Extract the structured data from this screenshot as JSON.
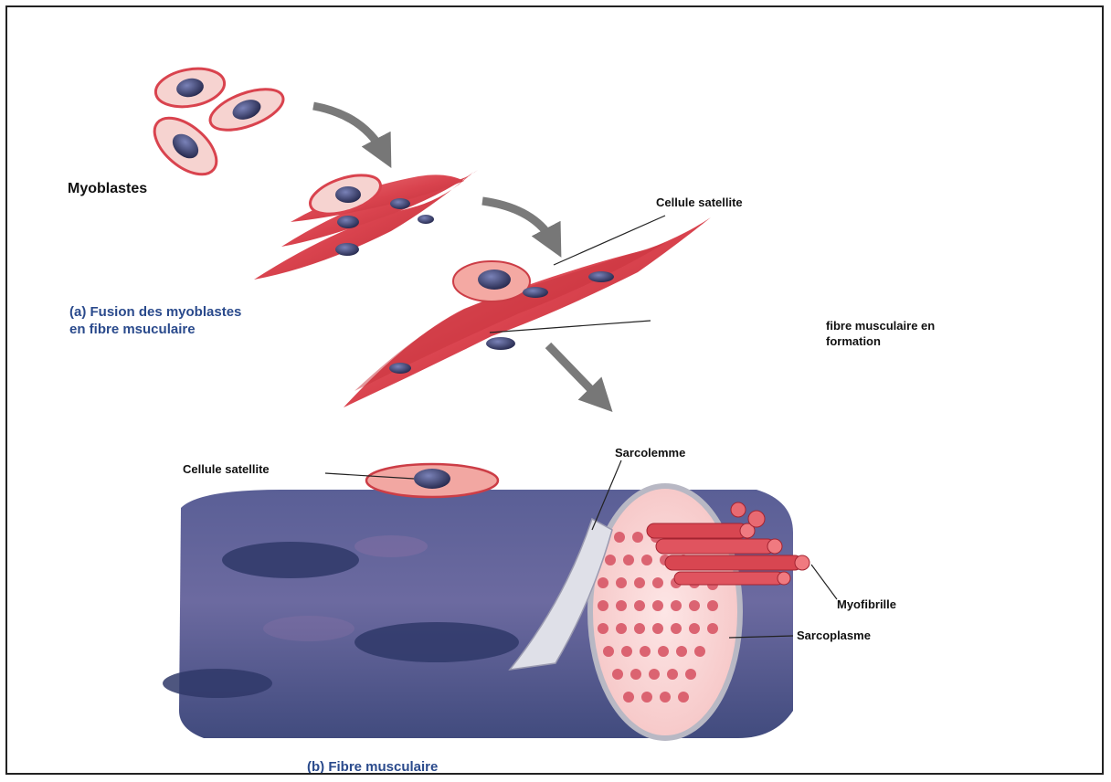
{
  "labels": {
    "myoblastes": "Myoblastes",
    "cellule_satellite_top": "Cellule satellite",
    "fibre_formation_line1": "fibre musculaire en",
    "fibre_formation_line2": "formation",
    "cellule_satellite_bottom": "Cellule satellite",
    "sarcolemme": "Sarcolemme",
    "myofibrille": "Myofibrille",
    "sarcoplasme": "Sarcoplasme"
  },
  "captions": {
    "a_line1": "(a) Fusion des myoblastes",
    "a_line2": "en fibre msuculaire",
    "b": "(b) Fibre musculaire"
  },
  "colors": {
    "caption": "#2a4a8c",
    "cell_red": "#d9434e",
    "cell_pink": "#f2a7a2",
    "nucleus": "#3b3f6e",
    "fiber_blue": "#56608f",
    "fiber_dark": "#2f3868",
    "arrow_gray": "#777777"
  }
}
